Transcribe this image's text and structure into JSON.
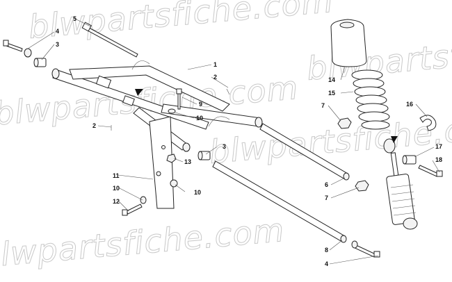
{
  "watermark": {
    "lines": [
      "blwpartsfiche.com",
      "blwpartsfiche.com",
      "blwpartsfiche.com",
      "blwpartsfiche.com",
      "blwpartsfiche.com"
    ]
  },
  "callouts": {
    "c1": "1",
    "c2a": "2",
    "c2b": "2",
    "c3a": "3",
    "c3b": "3",
    "c4a": "4",
    "c4b": "4",
    "c5": "5",
    "c6": "6",
    "c7a": "7",
    "c7b": "7",
    "c8": "8",
    "c9": "9",
    "c10a": "10",
    "c10b": "10",
    "c10c": "10",
    "c11": "11",
    "c12": "12",
    "c13": "13",
    "c14": "14",
    "c15": "15",
    "c16": "16",
    "c17": "17",
    "c18": "18"
  }
}
